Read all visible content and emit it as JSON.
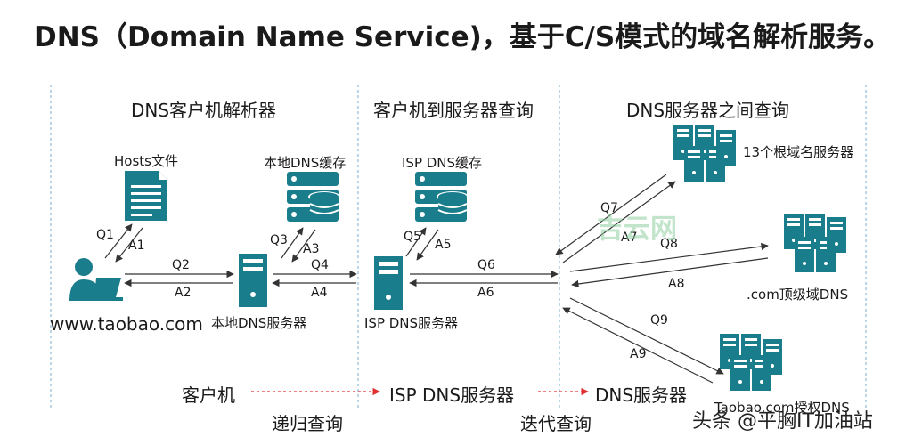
{
  "title": "DNS（Domain Name Service)，基于C/S模式的域名解析服务。",
  "sections": {
    "resolver": "DNS客户机解析器",
    "client_to_server": "客户机到服务器查询",
    "between_servers": "DNS服务器之间查询"
  },
  "nodes": {
    "hosts_file": "Hosts文件",
    "local_cache": "本地DNS缓存",
    "isp_cache": "ISP DNS缓存",
    "root_servers": "13个根域名服务器",
    "com_tld": ".com顶级域DNS",
    "taobao_auth": "Taobao.com授权DNS",
    "client": "www.taobao.com",
    "local_server": "本地DNS服务器",
    "isp_server": "ISP DNS服务器"
  },
  "queries": {
    "q1": "Q1",
    "a1": "A1",
    "q2": "Q2",
    "a2": "A2",
    "q3": "Q3",
    "a3": "A3",
    "q4": "Q4",
    "a4": "A4",
    "q5": "Q5",
    "a5": "A5",
    "q6": "Q6",
    "a6": "A6",
    "q7": "Q7",
    "a7": "A7",
    "q8": "Q8",
    "a8": "A8",
    "q9": "Q9",
    "a9": "A9"
  },
  "bottom": {
    "client": "客户机",
    "isp_server": "ISP DNS服务器",
    "dns_server": "DNS服务器",
    "recursive": "递归查询",
    "iterative": "迭代查询"
  },
  "watermarks": {
    "site": "吉云网",
    "credit": "头条 @平胸IT加油站"
  },
  "colors": {
    "teal": "#1a7d8c",
    "arrow": "#333333",
    "dashed_red": "#e03030",
    "divider": "#7aaed0"
  }
}
